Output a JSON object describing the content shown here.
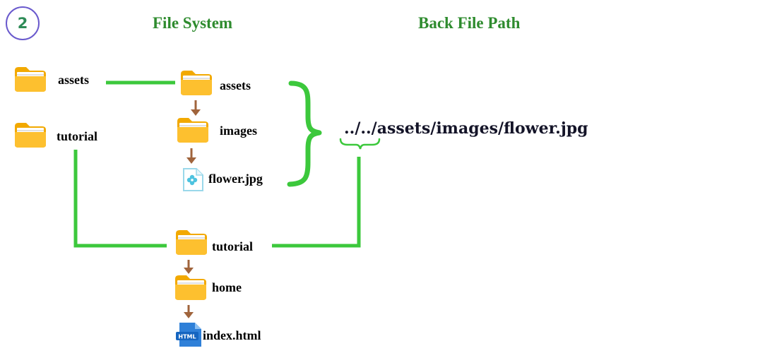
{
  "badge": {
    "number": "2"
  },
  "headings": {
    "file_system": "File System",
    "back_file_path": "Back File Path"
  },
  "left_column": {
    "assets": "assets",
    "tutorial": "tutorial"
  },
  "tree": {
    "assets": "assets",
    "images": "images",
    "flower": "flower.jpg",
    "tutorial": "tutorial",
    "home": "home",
    "index": "index.html"
  },
  "path_text": "../../assets/images/flower.jpg",
  "html_icon_text": "HTML",
  "colors": {
    "connector_green": "#3cc83c",
    "arrow_brown": "#a0643c",
    "folder_yellow": "#f7b500",
    "heading_green": "#2e8b2e",
    "badge_border": "#6a5acd"
  },
  "icons": {
    "folder": "folder-icon",
    "image_file": "image-file-icon",
    "html_file": "html-file-icon"
  }
}
